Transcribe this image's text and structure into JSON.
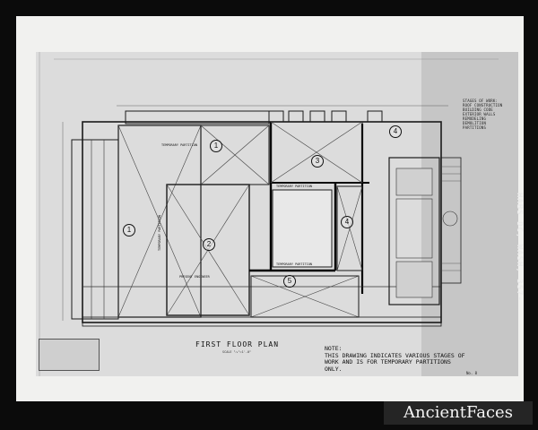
{
  "drawing": {
    "plan_title": "FIRST FLOOR PLAN",
    "scale_note": "SCALE ¹⁄₈\"=1'-0\"",
    "note_heading": "NOTE:",
    "note_text": "THIS DRAWING INDICATES VARIOUS STAGES OF WORK AND IS FOR TEMPORARY PARTITIONS ONLY.",
    "stage_markers": [
      "1",
      "1",
      "2",
      "3",
      "4",
      "4",
      "5"
    ],
    "room_labels": [
      "TEMPORARY PARTITION",
      "TEMPORARY PARTITION",
      "TEMPORARY PARTITION",
      "TEMPORARY PARTITION",
      "PRESENT ENGINEER"
    ],
    "side_notes": "STAGES OF WORK: ROOF CONSTRUCTION BUILDING CODE EXTERIOR WALLS REMODELING DEMOLITION PARTITIONS",
    "sheet_id": "No. 8",
    "stamp": "HABS DC, WASH, 357-"
  },
  "watermark": {
    "text": "AncientFaces"
  },
  "colors": {
    "line": "#1a1a1a",
    "paper": "#dcdcdc",
    "frame": "#0b0b0b"
  }
}
